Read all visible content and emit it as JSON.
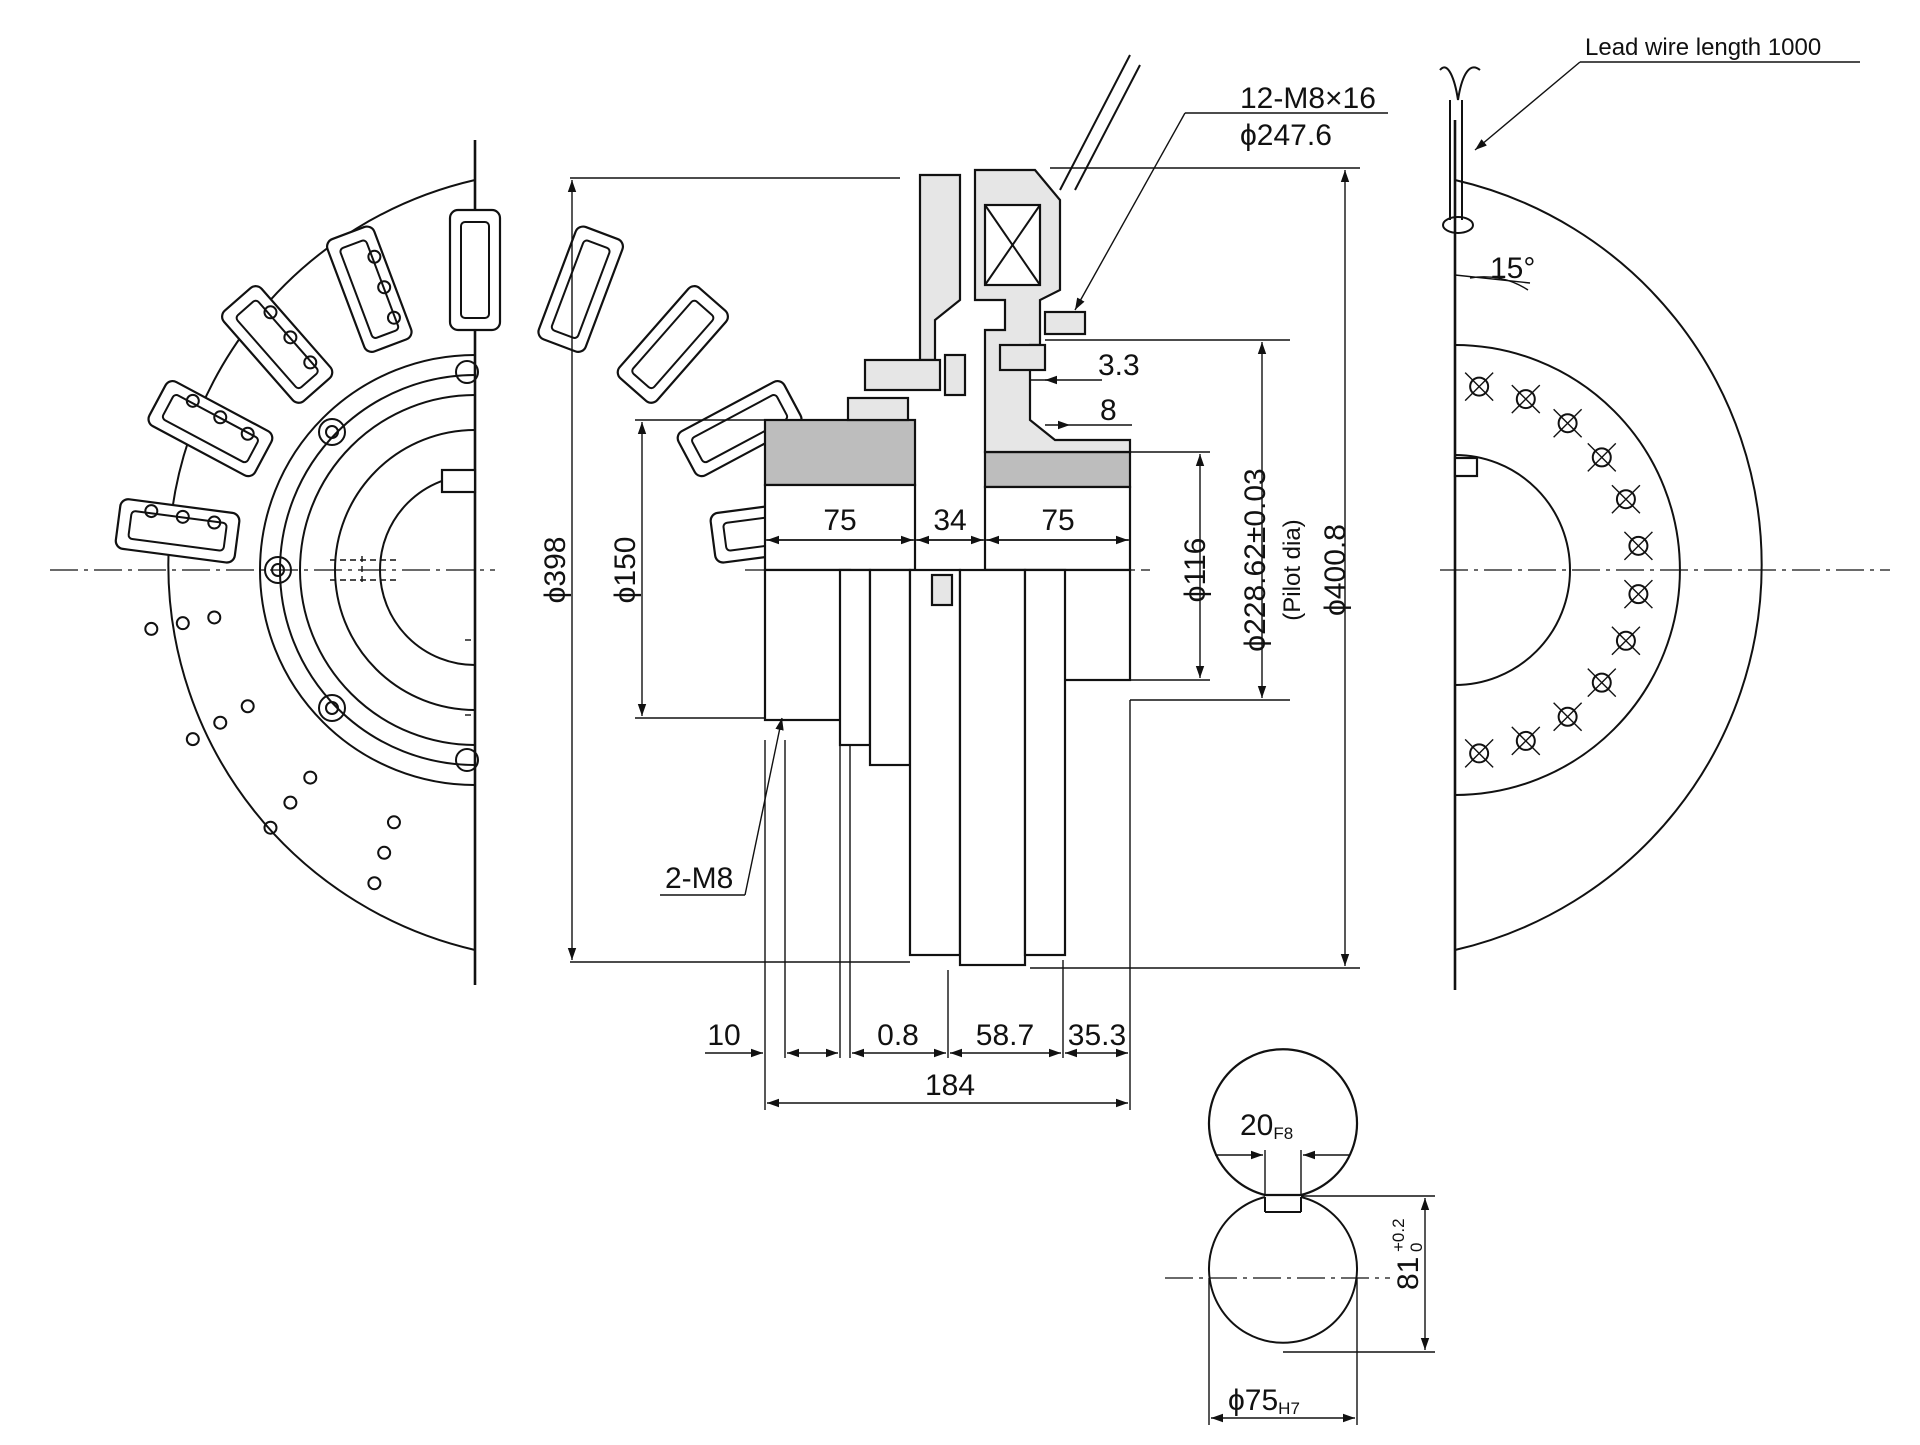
{
  "drawing": {
    "labels": {
      "lead_wire": "Lead wire length 1000",
      "screws": "12-M8×16",
      "bolt_circle": "ϕ247.6",
      "angle": "15°",
      "tap": "2-M8"
    },
    "dimensions": {
      "d398": "ϕ398",
      "d150": "ϕ150",
      "d116": "ϕ116",
      "pilot": "ϕ228.62±0.03",
      "pilot_note": "(Pilot dia)",
      "d400_8": "ϕ400.8",
      "w75_left": "75",
      "w34": "34",
      "w75_right": "75",
      "gap3_3": "3.3",
      "gap8": "8",
      "w10": "10",
      "w0_8": "0.8",
      "w58_7": "58.7",
      "w35_3": "35.3",
      "total184": "184",
      "key_width": "20",
      "key_width_tol": "F8",
      "key_depth": "81",
      "key_depth_tol_upper": "+0.2",
      "key_depth_tol_lower": "0",
      "bore": "ϕ75",
      "bore_tol": "H7"
    }
  }
}
